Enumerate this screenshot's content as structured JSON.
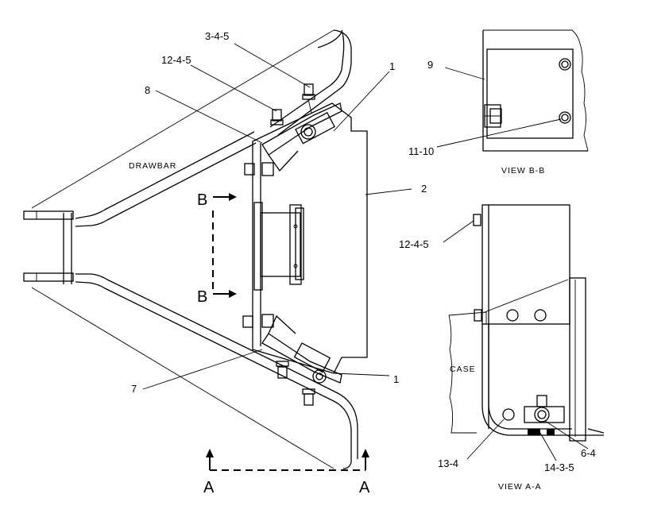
{
  "callouts": {
    "c_3_4_5": "3-4-5",
    "c_12_4_5_top": "12-4-5",
    "c_8": "8",
    "c_1_top": "1",
    "c_2": "2",
    "c_7": "7",
    "c_1_bottom": "1",
    "c_9": "9",
    "c_11_10": "11-10",
    "c_12_4_5_right": "12-4-5",
    "c_13_4": "13-4",
    "c_6_4": "6-4",
    "c_14_3_5": "14-3-5"
  },
  "text_labels": {
    "drawbar": "DRAWBAR",
    "case": "CASE",
    "view_bb": "VIEW B-B",
    "view_aa": "VIEW A-A"
  },
  "section_markers": {
    "b_top": "B",
    "b_bottom": "B",
    "a_left": "A",
    "a_right": "A"
  }
}
